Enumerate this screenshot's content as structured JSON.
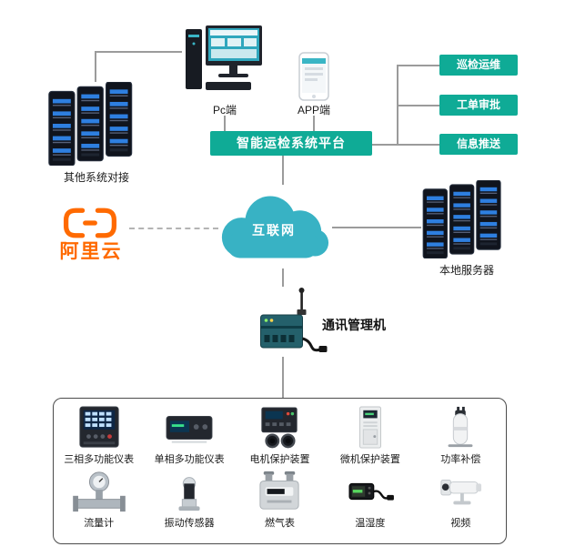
{
  "banner": {
    "label": "智能运检系统平台"
  },
  "features": [
    {
      "label": "巡检运维"
    },
    {
      "label": "工单审批"
    },
    {
      "label": "信息推送"
    }
  ],
  "nodes": {
    "pc": {
      "label": "Pc端"
    },
    "app": {
      "label": "APP端"
    },
    "other_systems": {
      "label": "其他系统对接"
    },
    "aliyun": {
      "label": "阿里云"
    },
    "internet": {
      "label": "互联网"
    },
    "local_server": {
      "label": "本地服务器"
    },
    "comm_manager": {
      "label": "通讯管理机"
    }
  },
  "devices": {
    "row1": [
      {
        "label": "三相多功能仪表"
      },
      {
        "label": "单相多功能仪表"
      },
      {
        "label": "电机保护装置"
      },
      {
        "label": "微机保护装置"
      },
      {
        "label": "功率补偿"
      }
    ],
    "row2": [
      {
        "label": "流量计"
      },
      {
        "label": "振动传感器"
      },
      {
        "label": "燃气表"
      },
      {
        "label": "温湿度"
      },
      {
        "label": "视频"
      }
    ]
  },
  "colors": {
    "green": "#0fab96",
    "cloud_teal": "#38b2c4",
    "aliyun_orange": "#ff6a00",
    "server_stripe_blue": "#2e7fe0",
    "line_gray": "#9b9b9b"
  }
}
